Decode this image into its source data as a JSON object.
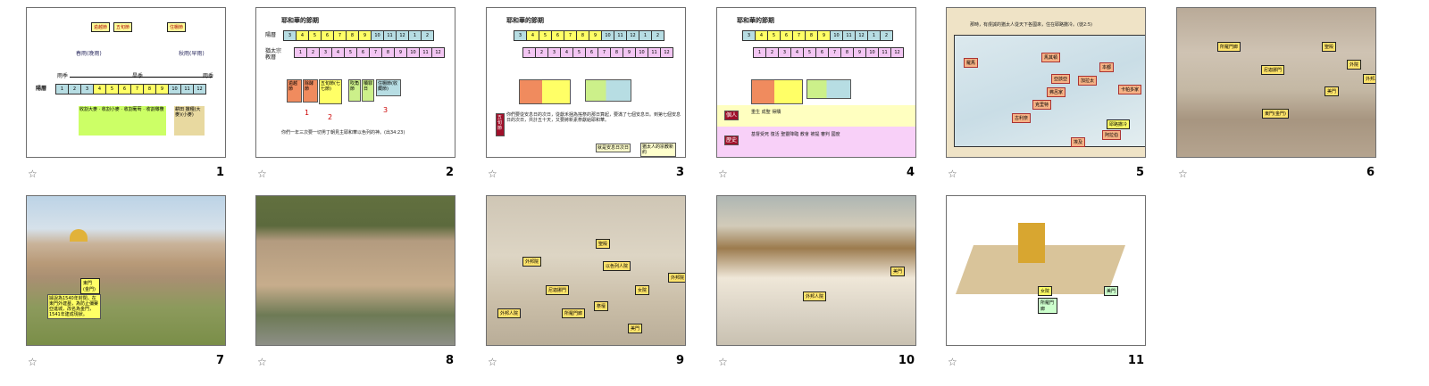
{
  "slides": [
    {
      "number": "1",
      "labels": {
        "row": "陽曆",
        "rainy1": "雨季",
        "dry": "旱季",
        "rainy2": "雨季",
        "spring_rain": "春雨(晚雨)",
        "autumn_rain": "秋雨(早雨)",
        "feast1": "逾越節",
        "feast2": "五旬節",
        "feast3": "住棚節",
        "harvest": "收割大麥",
        "harvest2": "收割小麥",
        "grapes": "收割葡萄",
        "olives": "收割橄欖",
        "plough": "耕田",
        "sow": "撒種(大麥)(小麥)"
      }
    },
    {
      "number": "2",
      "title": "耶和華的節期",
      "row1": "陽曆",
      "row2": "猶太宗教曆",
      "groups": [
        "1",
        "2",
        "3"
      ],
      "feasts": [
        "逾越節",
        "除酵節",
        "五旬節(七七節)",
        "吹角節",
        "贖罪日",
        "住棚節(收藏節)"
      ],
      "footer": "你們一年三次要一切男丁朝見主耶和華以色列的神。(出34:23)"
    },
    {
      "number": "3",
      "title": "耶和華的節期",
      "side": "五旬節",
      "text": "你們要從安息日的次日，從獻禾捆為搖祭的那日算起，要滿了七個安息日。到第七個安息日的次日，共計五十天，又要將新素祭獻給耶和華。",
      "callout1": "就是安息日次日",
      "callout2": "猶太人的宗教新約"
    },
    {
      "number": "4",
      "title": "耶和華的節期",
      "band1": "個人",
      "band2": "歷史",
      "band1_items": [
        "重生",
        "成聖",
        "得贖"
      ],
      "band2_items": [
        "基督受死",
        "復活",
        "聖靈降臨",
        "教會",
        "被提",
        "審判",
        "國度"
      ]
    },
    {
      "number": "5",
      "caption": "那時，有虔誠的猶太人從天下各國來，住在耶路撒冷。(徒2:5)",
      "places": [
        "羅馬",
        "馬其頓",
        "亞該亞",
        "加拉太",
        "弗呂家",
        "卡帕多家",
        "本都",
        "克里特",
        "古利奈",
        "埃及",
        "耶路撒冷",
        "阿拉伯"
      ]
    },
    {
      "number": "6",
      "tags": [
        "所羅門廊",
        "聖殿",
        "尼迦挪門",
        "外院",
        "美門",
        "外邦人院",
        "東門(金門)"
      ]
    },
    {
      "number": "7",
      "tags": [
        "東門(金門)"
      ],
      "note": "據說為1540年封閉，在東門外建墓，為防止彌賽亞進城，改名為金門，1541年建成現狀。"
    },
    {
      "number": "8"
    },
    {
      "number": "9",
      "tags": [
        "外邦院",
        "聖殿",
        "以色列人院",
        "女院",
        "外邦院",
        "尼迦挪門",
        "祭壇",
        "美門",
        "所羅門廊",
        "外邦人院"
      ]
    },
    {
      "number": "10",
      "tags": [
        "外邦人院",
        "美門"
      ]
    },
    {
      "number": "11",
      "tags": [
        "女院",
        "美門",
        "所羅門廊"
      ]
    }
  ],
  "months_civil": [
    "3",
    "4",
    "5",
    "6",
    "7",
    "8",
    "9",
    "10",
    "11",
    "12",
    "1",
    "2"
  ],
  "months_sacred": [
    "1",
    "2",
    "3",
    "4",
    "5",
    "6",
    "7",
    "8",
    "9",
    "10",
    "11",
    "12"
  ],
  "months_s1": [
    "1",
    "2",
    "3",
    "4",
    "5",
    "6",
    "7",
    "8",
    "9",
    "10",
    "11",
    "12"
  ],
  "star_icon": "☆"
}
